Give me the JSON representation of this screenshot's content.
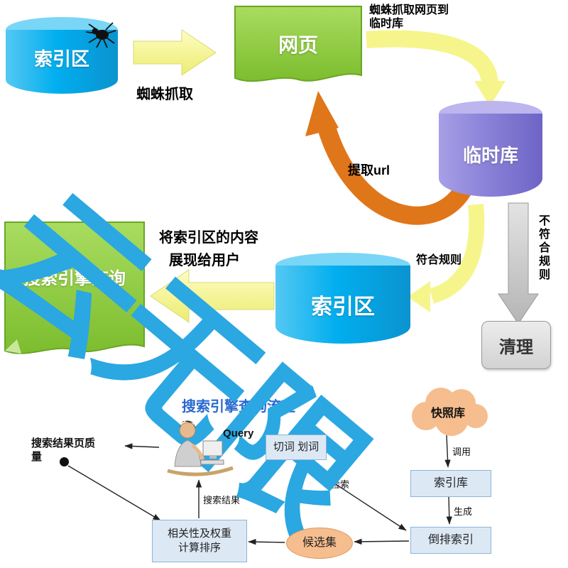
{
  "watermark": {
    "text": "云无限",
    "color": "#2BA7E2"
  },
  "top": {
    "index_top": "索引区",
    "webpage": "网页",
    "temp_db": "临时库",
    "index_mid": "索引区",
    "query_doc": "搜索引擎查询",
    "cleanup": "清理",
    "labels": {
      "crawl1": "蜘蛛抓取网页到",
      "crawl2": "临时库",
      "spider_crawl": "蜘蛛抓取",
      "extract_url": "提取url",
      "match": "符合规则",
      "not_match": "不符合规则",
      "display1": "将索引区的内容",
      "display2": "展现给用户"
    }
  },
  "bottom": {
    "title": "搜索引擎查询流程",
    "query": "Query",
    "segment": "切词 划词",
    "snapshot": "快照库",
    "index_lib": "索引库",
    "inverted": "倒排索引",
    "candidate": "候选集",
    "rank1": "相关性及权重",
    "rank2": "计算排序",
    "retrieve": "检索",
    "call": "调用",
    "generate": "生成",
    "result": "搜索结果",
    "quality": "搜索结果页质量"
  }
}
